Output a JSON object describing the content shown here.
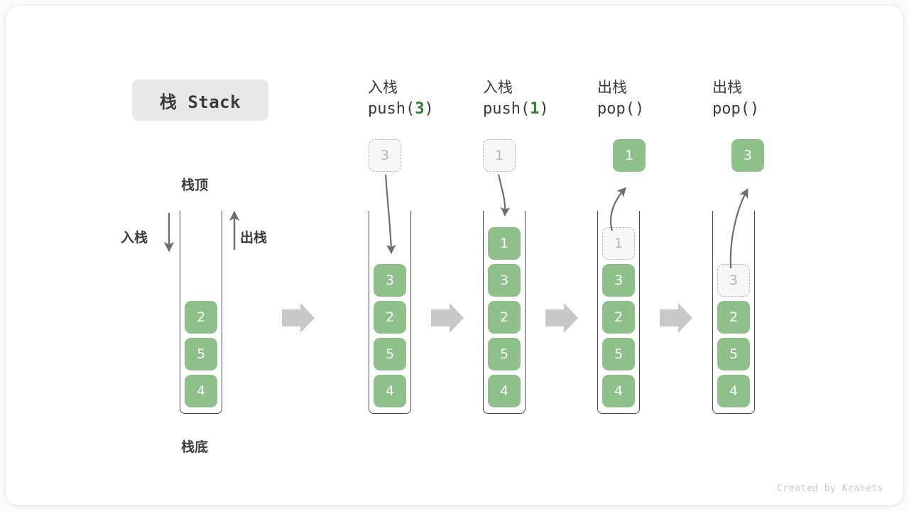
{
  "diagram": {
    "title_badge": "栈 Stack",
    "credit": "Created by Krahets",
    "labels": {
      "top": "栈顶",
      "bottom": "栈底",
      "push": "入栈",
      "pop": "出栈"
    },
    "colors": {
      "item_green": "#8ec08a",
      "ghost_fill": "#f7f7f7",
      "ghost_border": "#b9b9b9",
      "frame": "#4a4a4a",
      "arrow_gray": "#6e6e6e",
      "block_arrow_gray": "#c8c8c8",
      "accent_green_text": "#2e7d32",
      "badge_bg": "#e8e8e8",
      "text": "#3b3b3b"
    },
    "columns": [
      {
        "id": "initial",
        "header_cn": "",
        "header_code": "",
        "header_code_num": "",
        "items": [
          "2",
          "5",
          "4"
        ],
        "outside_box": null,
        "outside_box_state": null
      },
      {
        "id": "push-3",
        "header_cn": "入栈",
        "header_code_prefix": "push(",
        "header_code_num": "3",
        "header_code_suffix": ")",
        "items": [
          "3",
          "2",
          "5",
          "4"
        ],
        "outside_box": "3",
        "outside_box_state": "ghost"
      },
      {
        "id": "push-1",
        "header_cn": "入栈",
        "header_code_prefix": "push(",
        "header_code_num": "1",
        "header_code_suffix": ")",
        "items": [
          "1",
          "3",
          "2",
          "5",
          "4"
        ],
        "outside_box": "1",
        "outside_box_state": "ghost"
      },
      {
        "id": "pop-1",
        "header_cn": "出栈",
        "header_code_prefix": "pop(",
        "header_code_num": "",
        "header_code_suffix": ")",
        "items": [
          "1",
          "3",
          "2",
          "5",
          "4"
        ],
        "ghost_item_index": 0,
        "outside_box": "1",
        "outside_box_state": "filled"
      },
      {
        "id": "pop-3",
        "header_cn": "出栈",
        "header_code_prefix": "pop(",
        "header_code_num": "",
        "header_code_suffix": ")",
        "items": [
          "3",
          "2",
          "5",
          "4"
        ],
        "ghost_item_index": 0,
        "outside_box": "3",
        "outside_box_state": "filled"
      }
    ]
  }
}
